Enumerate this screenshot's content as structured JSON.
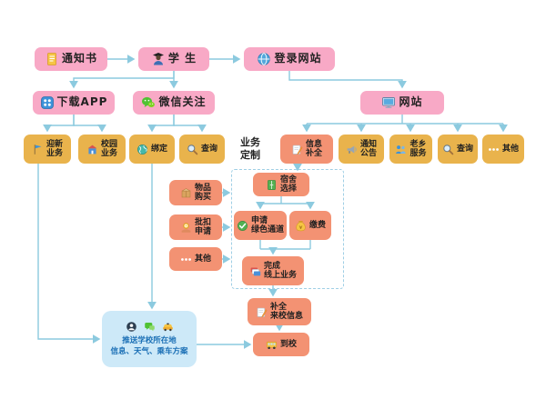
{
  "colors": {
    "pink_box": "#f8a9c6",
    "gold_box": "#e9b34c",
    "orange_box": "#f39273",
    "panel_blue": "#cde9f8",
    "panel_text_blue": "#1a6fb5",
    "arrow_blue": "#8ccadf",
    "label_dark": "#222222"
  },
  "nodes": {
    "notice": {
      "label": "通知书"
    },
    "student": {
      "label": "学 生"
    },
    "login_site": {
      "label": "登录网站"
    },
    "download_app": {
      "label": "下载APP"
    },
    "wechat_follow": {
      "label": "微信关注"
    },
    "website": {
      "label": "网站"
    },
    "welcome_service": {
      "label": "迎新\n业务"
    },
    "campus_service": {
      "label": "校园\n业务"
    },
    "bind": {
      "label": "绑定"
    },
    "query_wechat": {
      "label": "查询"
    },
    "business_custom": {
      "label": "业务\n定制"
    },
    "info_complete": {
      "label": "信息\n补全"
    },
    "notice_board": {
      "label": "通知\n公告"
    },
    "hometown_service": {
      "label": "老乡\n服务"
    },
    "query_site": {
      "label": "查询"
    },
    "other_site": {
      "label": "其他"
    },
    "item_purchase": {
      "label": "物品\n购买"
    },
    "batch_apply": {
      "label": "批扣\n申请"
    },
    "other_left": {
      "label": "其他"
    },
    "dorm_select": {
      "label": "宿舍\n选择"
    },
    "green_channel": {
      "label": "申请\n绿色通道"
    },
    "pay_fee": {
      "label": "缴费"
    },
    "finish_online": {
      "label": "完成\n线上业务"
    },
    "complete_arrival": {
      "label": "补全\n来校信息"
    },
    "arrive_school": {
      "label": "到校"
    },
    "push_panel": {
      "label": "推送学校所在地\n信息、天气、乘车方案"
    }
  }
}
